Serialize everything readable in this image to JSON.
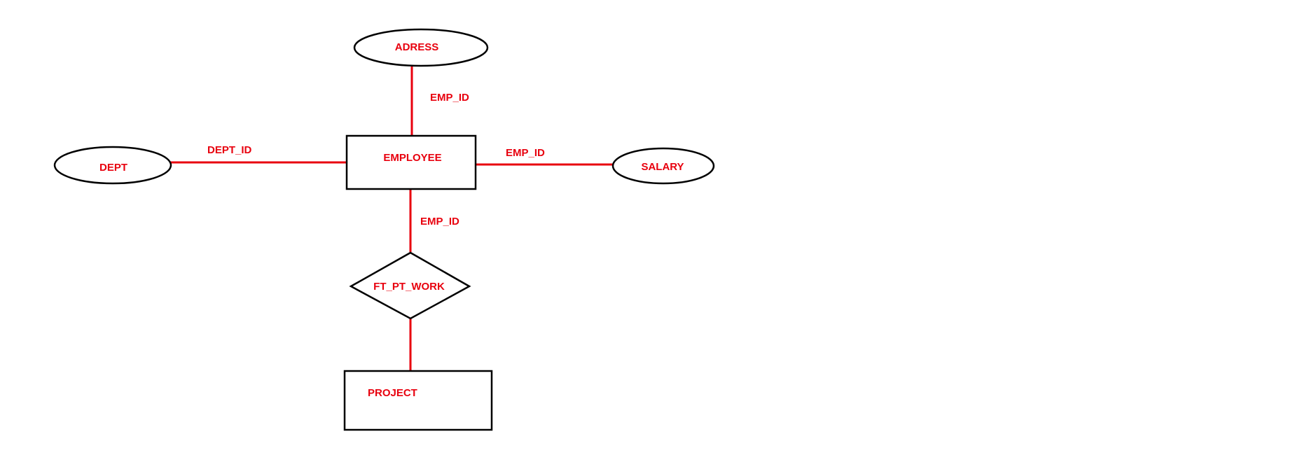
{
  "colors": {
    "label": "#e8000e",
    "connector": "#e8000e",
    "outline": "#000000",
    "background": "#ffffff"
  },
  "entities": {
    "employee": "EMPLOYEE",
    "project": "PROJECT"
  },
  "attributes": {
    "address": "ADRESS",
    "dept": "DEPT",
    "salary": "SALARY"
  },
  "relationships": {
    "work": "FT_PT_WORK"
  },
  "connector_labels": {
    "address_link": "EMP_ID",
    "dept_link": "DEPT_ID",
    "salary_link": "EMP_ID",
    "work_link": "EMP_ID"
  }
}
